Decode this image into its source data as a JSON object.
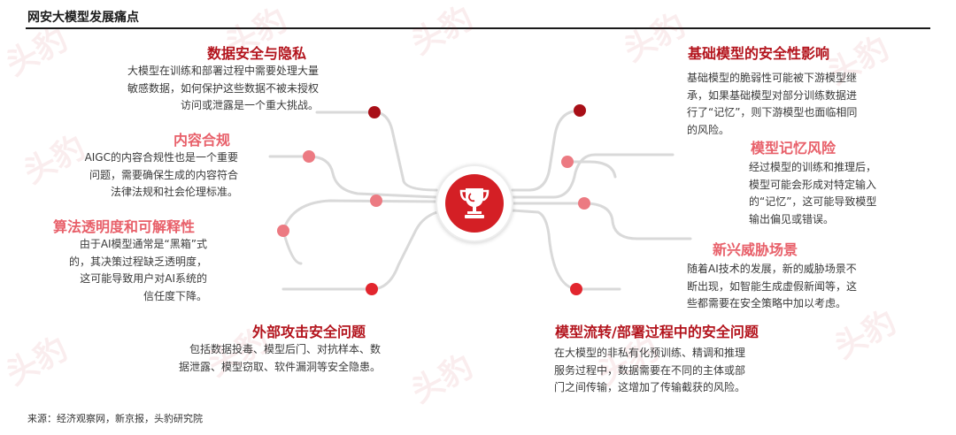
{
  "page_title": "网安大模型发展痛点",
  "source": "来源：经济观察网，新京报，头豹研究院",
  "watermark": "头豹",
  "colors": {
    "dark_red": "#b3141d",
    "light_red": "#e8606a",
    "hub_red": "#d41f25"
  },
  "center_icon": "trophy-icon",
  "left_items": [
    {
      "title": "数据安全与隐私",
      "tone": "dark",
      "lines": [
        "大模型在训练和部署过程中需要处理大量",
        "敏感数据，如何保护这些数据不被未授权",
        "访问或泄露是一个重大挑战。"
      ]
    },
    {
      "title": "内容合规",
      "tone": "light",
      "lines": [
        "AIGC的内容合规性也是一个重要",
        "问题，需要确保生成的内容符合",
        "法律法规和社会伦理标准。"
      ]
    },
    {
      "title": "算法透明度和可解释性",
      "tone": "light",
      "lines": [
        "由于AI模型通常是“黑箱”式",
        "的，其决策过程缺乏透明度，",
        "这可能导致用户对AI系统的",
        "信任度下降。"
      ]
    },
    {
      "title": "外部攻击安全问题",
      "tone": "dark",
      "lines": [
        "包括数据投毒、模型后门、对抗样本、数",
        "据泄露、模型窃取、软件漏洞等安全隐患。"
      ]
    }
  ],
  "right_items": [
    {
      "title": "基础模型的安全性影响",
      "tone": "dark",
      "lines": [
        "基础模型的脆弱性可能被下游模型继",
        "承，如果基础模型对部分训练数据进",
        "行了“记忆”，则下游模型也面临相同",
        "的风险。"
      ]
    },
    {
      "title": "模型记忆风险",
      "tone": "light",
      "lines": [
        "经过模型的训练和推理后，",
        "模型可能会形成对特定输入",
        "的“记忆”，这可能导致模型",
        "输出偏见或错误。"
      ]
    },
    {
      "title": "新兴威胁场景",
      "tone": "light",
      "lines": [
        "随着AI技术的发展，新的威胁场景不",
        "断出现，如智能生成虚假新闻等，这",
        "些都需要在安全策略中加以考虑。"
      ]
    },
    {
      "title": "模型流转/部署过程中的安全问题",
      "tone": "dark",
      "lines": [
        "在大模型的非私有化预训练、精调和推理",
        "服务过程中，数据需要在不同的主体或部",
        "门之间传输，这增加了传输截获的风险。"
      ]
    }
  ]
}
